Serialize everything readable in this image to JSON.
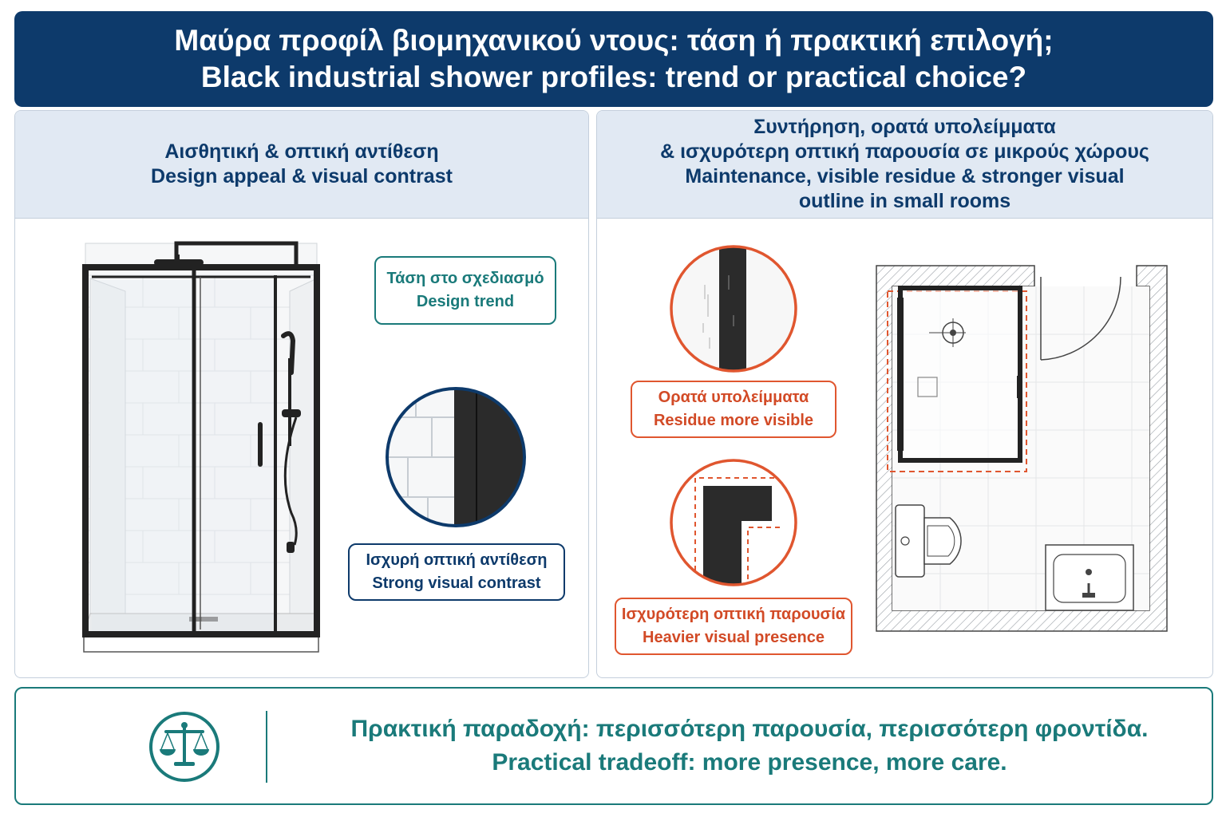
{
  "header": {
    "title_el": "Μαύρα προφίλ βιομηχανικού ντους: τάση ή πρακτική επιλογή;",
    "title_en": "Black industrial shower profiles: trend or practical choice?"
  },
  "left_panel": {
    "heading_el": "Αισθητική & οπτική αντίθεση",
    "heading_en": "Design appeal & visual contrast",
    "callout_trend": {
      "el": "Τάση στο σχεδιασμό",
      "en": "Design trend"
    },
    "callout_contrast": {
      "el": "Ισχυρή οπτική αντίθεση",
      "en": "Strong visual contrast"
    }
  },
  "right_panel": {
    "heading_line1": "Συντήρηση, ορατά υπολείμματα",
    "heading_line2": "& ισχυρότερη οπτική παρουσία σε μικρούς χώρους",
    "heading_line3": "Maintenance, visible residue & stronger visual",
    "heading_line4": "outline in small rooms",
    "callout_residue": {
      "el": "Ορατά υπολείμματα",
      "en": "Residue more visible"
    },
    "callout_presence": {
      "el": "Ισχυρότερη οπτική παρουσία",
      "en": "Heavier visual presence"
    }
  },
  "footer": {
    "text_el": "Πρακτική παραδοχή: περισσότερη παρουσία, περισσότερη φροντίδα.",
    "text_en": "Practical tradeoff: more presence, more care."
  },
  "icons": {
    "scales": "balance-scale-icon",
    "shower_head": "shower-head-icon",
    "hand_shower": "hand-shower-icon"
  },
  "colors": {
    "navy": "#0d3a6b",
    "teal": "#1a7a7a",
    "warning_red": "#e0562f",
    "panel_header_bg": "#e1e9f3",
    "profile_black": "#222222"
  }
}
